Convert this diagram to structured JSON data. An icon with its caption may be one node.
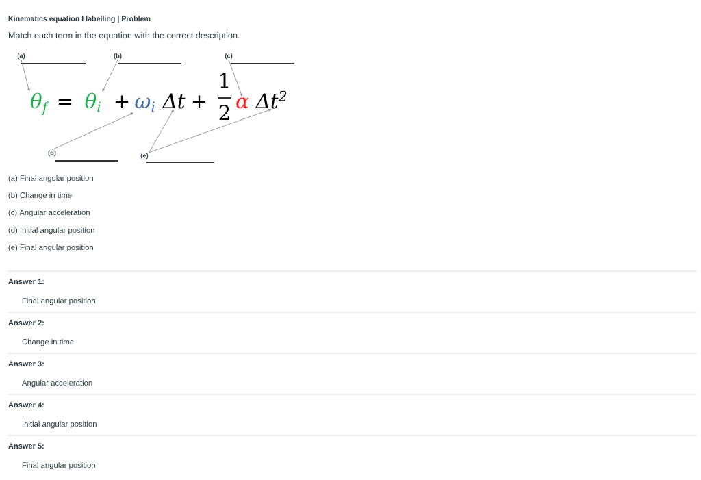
{
  "diagram": {
    "title": "Kinematics equation I labelling | Problem",
    "nodes": [
      {
        "text": [
          "(a)"
        ]
      },
      {
        "text": [
          "(b)"
        ]
      },
      {
        "text": [
          "(c)"
        ]
      },
      {
        "text": [
          "θ$_{f}$"
        ]
      },
      {
        "text": [
          "θ$_{i}$"
        ]
      },
      {
        "text": [
          "ω$_{i}$"
        ]
      },
      {
        "text": [
          "Δt"
        ]
      },
      {
        "text": [
          "α"
        ]
      },
      {
        "text": [
          "Δt$^{2}$"
        ]
      },
      {
        "text": [
          "(d)"
        ]
      },
      {
        "text": [
          "(e)"
        ]
      }
    ],
    "edges": [
      {
        "from": 0,
        "to": 3,
        "arrow": "to"
      },
      {
        "from": 1,
        "to": 4,
        "arrow": "to"
      },
      {
        "from": 2,
        "to": 7,
        "arrow": "to"
      },
      {
        "from": 9,
        "to": 5,
        "arrow": "to"
      },
      {
        "from": 10,
        "to": 6,
        "arrow": "to"
      },
      {
        "from": 10,
        "to": 8,
        "arrow": "to"
      }
    ],
    "labels": [
      "Match each term in the equation with the correct description.",
      "=",
      "+",
      "+",
      "1",
      "2",
      "(a) Final angular position",
      "(b) Change in time",
      "(c) Angular acceleration",
      "(d) Initial angular position",
      "(e) Final angular position",
      "Answer 1:",
      "Final angular position",
      "Answer 2:",
      "Change in time",
      "Answer 3:",
      "Angular acceleration",
      "Answer 4:",
      "Initial angular position",
      "Answer 5:",
      "Final angular position"
    ]
  }
}
